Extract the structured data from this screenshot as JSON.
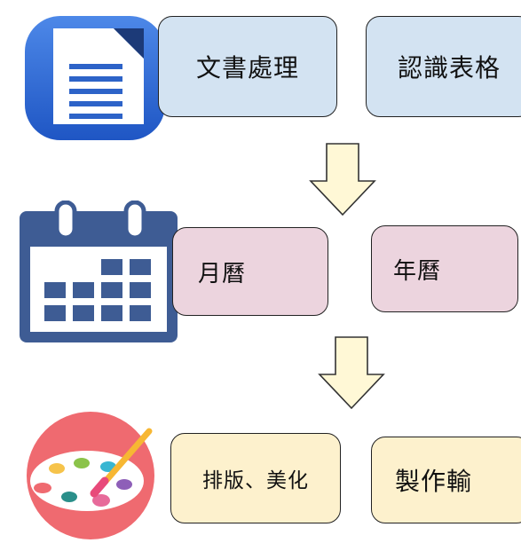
{
  "rows": [
    {
      "color": "#d3e3f2",
      "items": [
        "文書處理",
        "認識表格"
      ]
    },
    {
      "color": "#ecd4de",
      "items": [
        "月曆",
        "年曆"
      ]
    },
    {
      "color": "#fdf1cd",
      "items": [
        "排版、美化",
        "製作輸"
      ]
    }
  ],
  "icons": [
    "document-writer-icon",
    "calendar-icon",
    "paint-palette-icon"
  ],
  "colors": {
    "arrow_fill": "#fff8d6",
    "arrow_stroke": "#333333",
    "doc_icon_blue": "#2f6bd8",
    "calendar_blue": "#3e5c94",
    "palette_red": "#ef6a70"
  }
}
